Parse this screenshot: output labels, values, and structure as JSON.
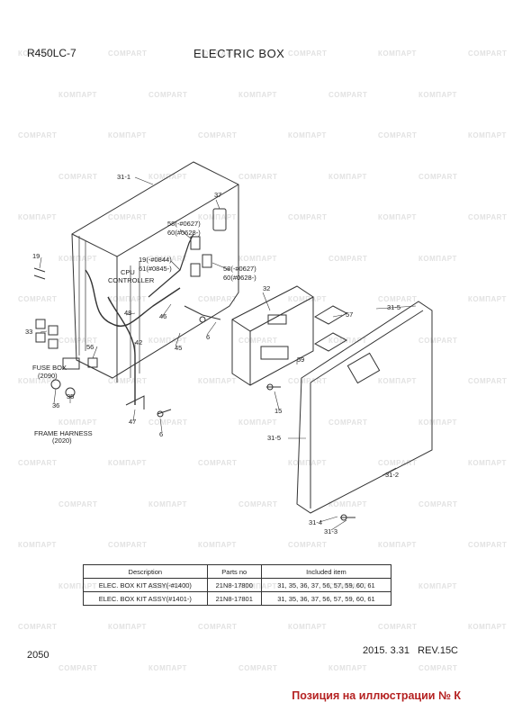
{
  "header": {
    "model": "R450LC-7",
    "title": "ELECTRIC BOX"
  },
  "watermark": {
    "text_a": "КОМПАРТ",
    "text_b": "COMPART",
    "color": "#e2e2e2"
  },
  "callouts": {
    "c31_1": "31-1",
    "c37": "37",
    "c58a": "58(-#0627)",
    "c60a": "60(#0628-)",
    "c19cpu": "19(-#0844)",
    "c61": "61(#0845-)",
    "cpu": "CPU",
    "controller": "CONTROLLER",
    "c58b": "58(-#0627)",
    "c60b": "60(#0628-)",
    "c19": "19",
    "c32": "32",
    "c46": "46",
    "c48": "48",
    "c33": "33",
    "c42": "42",
    "c45": "45",
    "c6a": "6",
    "c56": "56",
    "c31_5a": "31-5",
    "c57": "57",
    "c59": "59",
    "fusebox": "FUSE BOX",
    "fusebox_no": "(2090)",
    "c35": "35",
    "c36": "36",
    "c15": "15",
    "c47": "47",
    "c6b": "6",
    "frame_harness": "FRAME HARNESS",
    "frame_harness_no": "(2020)",
    "c31_5b": "31-5",
    "c31_2": "31-2",
    "c31_4": "31-4",
    "c31_3": "31-3"
  },
  "table": {
    "headers": [
      "Description",
      "Parts no",
      "Included item"
    ],
    "rows": [
      [
        "ELEC. BOX KIT ASSY(-#1400)",
        "21N8-17800",
        "31, 35, 36, 37, 56, 57, 59, 60, 61"
      ],
      [
        "ELEC. BOX KIT ASSY(#1401-)",
        "21N8-17801",
        "31, 35, 36, 37, 56, 57, 59, 60, 61"
      ]
    ]
  },
  "footer": {
    "page_number": "2050",
    "date_rev": "2015. 3.31   REV.15C",
    "note": "Позиция на иллюстрации № К",
    "note_color": "#b52222"
  }
}
